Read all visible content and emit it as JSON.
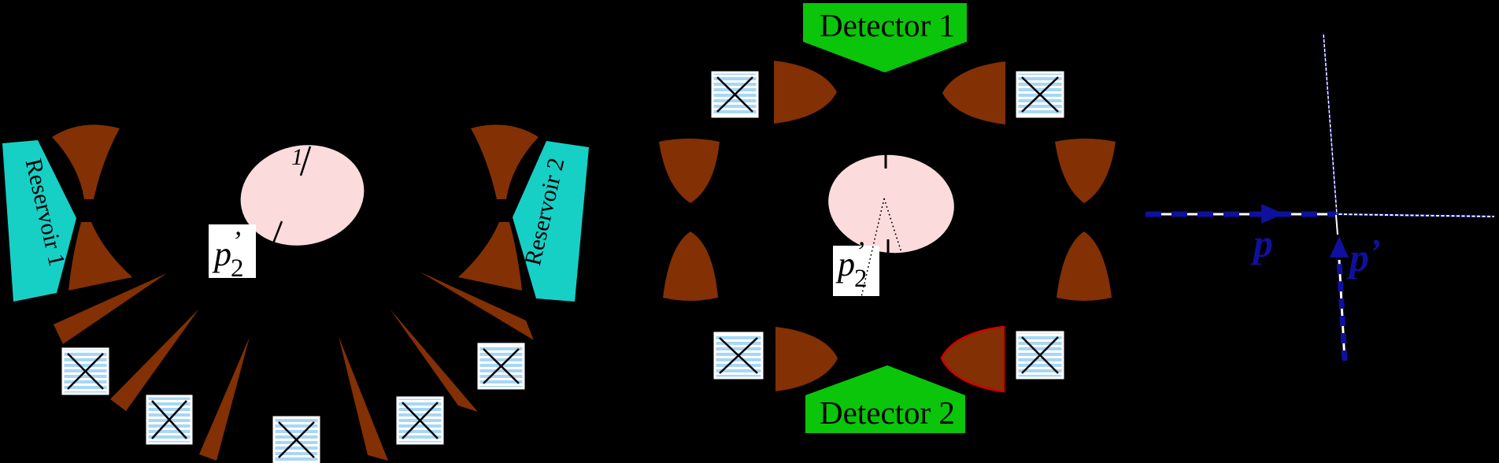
{
  "panels": {
    "left": {
      "reservoir1": "Reservoir 1",
      "reservoir2": "Reservoir 2",
      "blob_mark": "1",
      "momentum": {
        "base": "p",
        "prime": "’",
        "sub": "2"
      }
    },
    "middle": {
      "detector1": "Detector 1",
      "detector2": "Detector 2",
      "momentum": {
        "base": "p",
        "prime": "’",
        "sub": "2"
      }
    },
    "right": {
      "incoming": {
        "base": "p"
      },
      "scattered": {
        "base": "p",
        "prime": "’"
      }
    }
  },
  "colors": {
    "background": "#000000",
    "reservoir_fill": "#16D0C6",
    "gate_fill": "#833005",
    "detector_fill": "#0AC50A",
    "blob_fill": "#FBDBDC",
    "ohmic_contact_fill": "#A8D7F5",
    "ohmic_contact_stripe": "#FFFFFF",
    "momentum_arrow": "#10109E",
    "highlight_outline": "#D00000",
    "label_box": "#FFFFFF",
    "mark_color": "#000000"
  }
}
